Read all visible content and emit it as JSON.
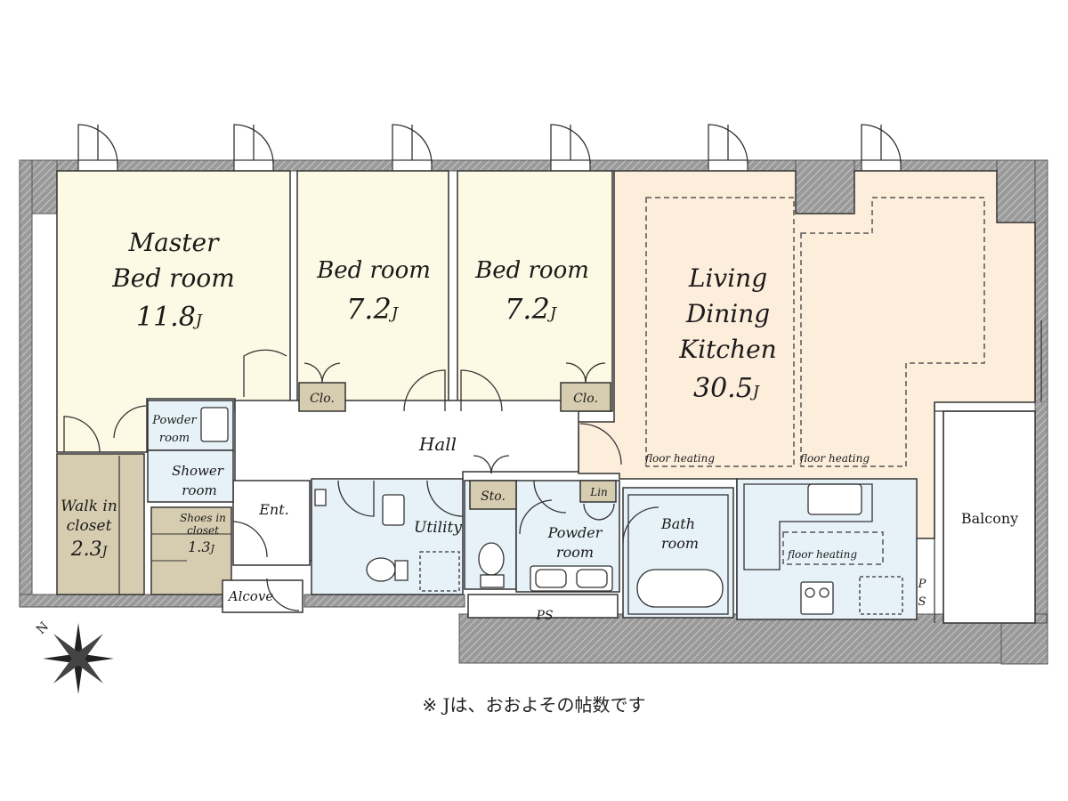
{
  "rooms": {
    "master": {
      "line1": "Master",
      "line2": "Bed room",
      "area": "11.8",
      "unit": "J"
    },
    "bed2": {
      "line1": "Bed room",
      "area": "7.2",
      "unit": "J"
    },
    "bed3": {
      "line1": "Bed room",
      "area": "7.2",
      "unit": "J"
    },
    "ldk": {
      "line1": "Living",
      "line2": "Dining",
      "line3": "Kitchen",
      "area": "30.5",
      "unit": "J"
    },
    "walkin": {
      "line1": "Walk in",
      "line2": "closet",
      "area": "2.3",
      "unit": "J"
    },
    "shoes": {
      "line1": "Shoes in",
      "line2": "closet",
      "area": "1.3",
      "unit": "J"
    },
    "powder1": {
      "line1": "Powder",
      "line2": "room"
    },
    "shower": {
      "line1": "Shower",
      "line2": "room"
    },
    "hall": "Hall",
    "entrance": "Ent.",
    "alcove": "Alcove",
    "utility": "Utility",
    "storage": "Sto.",
    "linen": "Lin",
    "powder2": {
      "line1": "Powder",
      "line2": "room"
    },
    "bath": {
      "line1": "Bath",
      "line2": "room"
    },
    "balcony": "Balcony",
    "closet": "Clo.",
    "ps": "PS",
    "ps_vertical": {
      "p": "P",
      "s": "S"
    },
    "floor_heating": "floor heating"
  },
  "compass": "N",
  "footnote": "※ Jは、おおよその帖数です",
  "colors": {
    "bedroom": "#fcfae4",
    "ldk": "#fdeedc",
    "wet": "#e6f1f8",
    "closet": "#d6cdb0",
    "wall": "#9a9a9a",
    "line": "#333333"
  }
}
